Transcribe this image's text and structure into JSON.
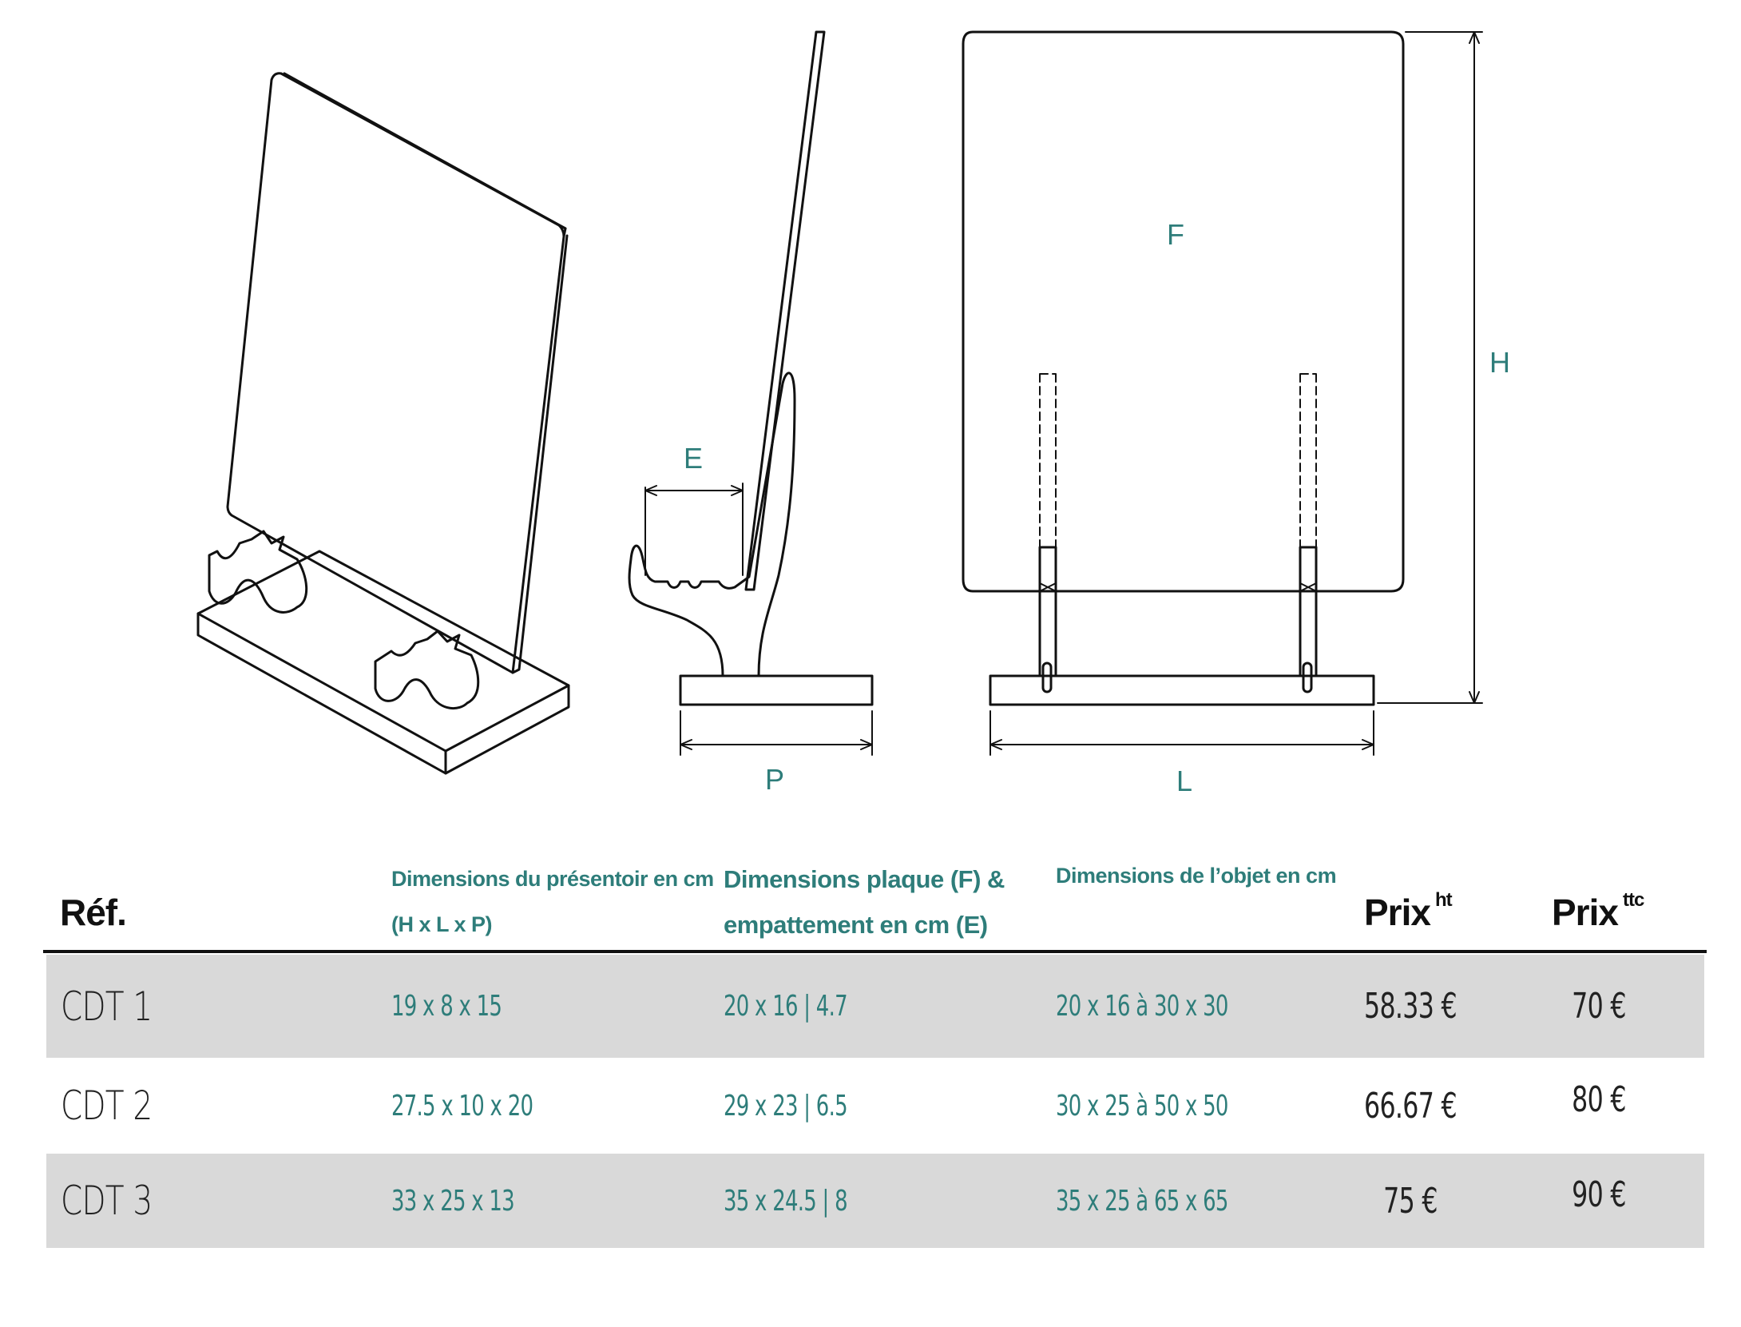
{
  "diagram": {
    "labels": {
      "E": "E",
      "P": "P",
      "F": "F",
      "H": "H",
      "L": "L"
    }
  },
  "table": {
    "headers": {
      "ref": "Réf.",
      "presentoir_line1": "Dimensions du présentoir en cm",
      "presentoir_line2": "(H x L x P)",
      "plaque_line1": "Dimensions plaque (F) &",
      "plaque_line2": "empattement en cm (E)",
      "objet": "Dimensions de l’objet en cm",
      "prix_ht": "Prix",
      "prix_ht_sup": "ht",
      "prix_ttc": "Prix",
      "prix_ttc_sup": "ttc"
    },
    "rows": [
      {
        "ref": "CDT 1",
        "presentoir": "19 x 8 x 15",
        "plaque": "20 x 16 | 4.7",
        "objet": "20 x 16 à 30 x 30",
        "prix_ht": "58.33 €",
        "prix_ttc": "70 €"
      },
      {
        "ref": "CDT 2",
        "presentoir": "27.5 x 10 x 20",
        "plaque": "29 x 23 | 6.5",
        "objet": "30 x 25 à 50 x 50",
        "prix_ht": "66.67 €",
        "prix_ttc": "80 €"
      },
      {
        "ref": "CDT 3",
        "presentoir": "33 x 25 x 13",
        "plaque": "35 x 24.5 | 8",
        "objet": "35 x 25 à 65 x 65",
        "prix_ht": "75 €",
        "prix_ttc": "90 €"
      }
    ]
  },
  "colors": {
    "accent": "#2e7d7a",
    "row_shade": "#d9d9d9",
    "text": "#222222"
  }
}
